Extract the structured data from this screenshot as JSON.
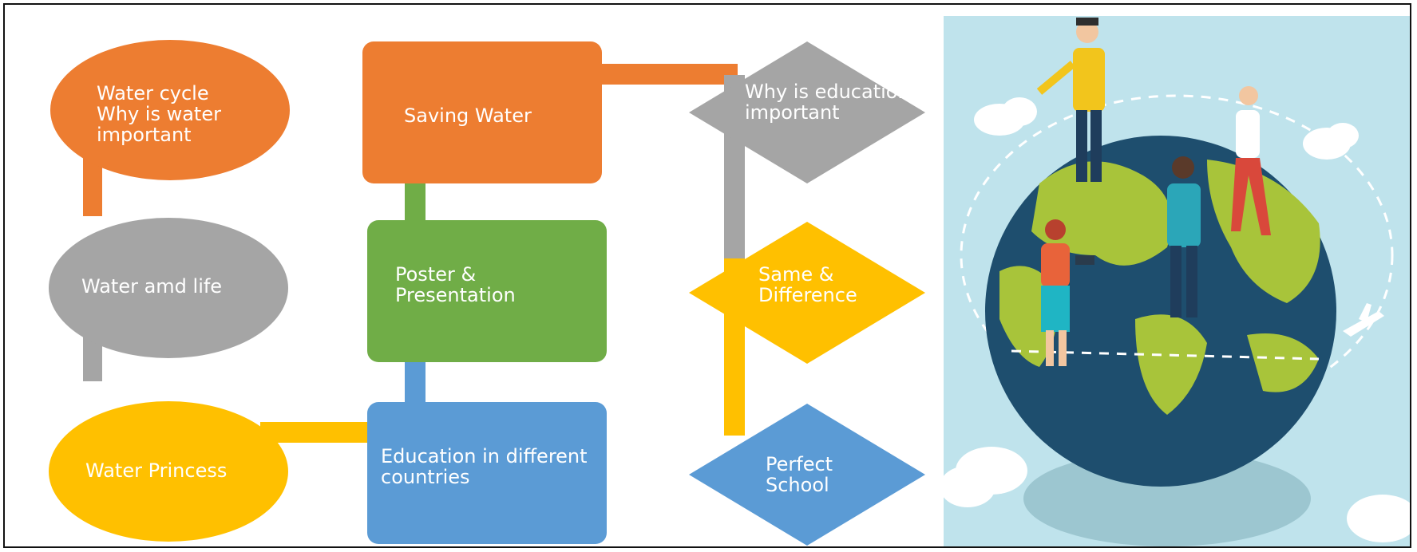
{
  "colors": {
    "orange": "#ED7D31",
    "gray": "#A5A5A5",
    "gold": "#FFC000",
    "green": "#70AD47",
    "blue": "#5B9BD5",
    "sky": "#BFE3EC",
    "globe_ocean": "#1E4E6E",
    "globe_land": "#A8C43A"
  },
  "diagram": {
    "column_left": {
      "water_cycle": "Water cycle\nWhy is water\n important",
      "water_and_life": "Water amd life",
      "water_princess": "Water Princess"
    },
    "column_middle": {
      "saving_water": "Saving Water",
      "poster_presentation": "Poster &\nPresentation",
      "education_countries": "Education in different\ncountries"
    },
    "column_right": {
      "why_education": "Why is education\nimportant",
      "same_difference": "Same &\nDifference",
      "perfect_school": "Perfect\nSchool"
    }
  },
  "illustration": {
    "subject": "people-standing-on-globe"
  }
}
